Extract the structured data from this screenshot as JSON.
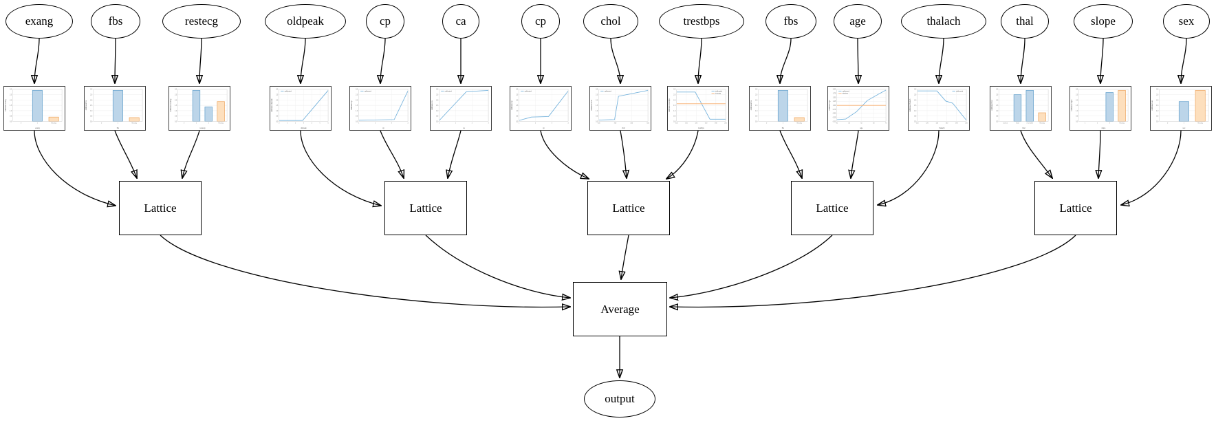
{
  "diagram": {
    "inputs": [
      "exang",
      "fbs",
      "restecg",
      "oldpeak",
      "cp",
      "ca",
      "cp",
      "chol",
      "trestbps",
      "fbs",
      "age",
      "thalach",
      "thal",
      "slope",
      "sex"
    ],
    "lattice_label": "Lattice",
    "average_label": "Average",
    "output_label": "output"
  },
  "colors": {
    "bar_blue_fill": "#bcd5e9",
    "bar_blue_edge": "#5b9cc9",
    "bar_orange_fill": "#fddfbd",
    "bar_orange_edge": "#eda35c",
    "line_blue": "#74b2dc",
    "line_orange": "#f7ad6d",
    "edge_black": "#000000"
  },
  "chart_data": [
    {
      "feature": "exang",
      "type": "bar",
      "x_label": "exang",
      "y_label": "calibrated exang",
      "ylim": [
        0,
        3
      ],
      "y_ticks": [
        "0.0",
        "0.5",
        "1.0",
        "1.5",
        "2.0",
        "2.5",
        "3.0"
      ],
      "x_ticks": [
        "0",
        "1",
        "Missing"
      ],
      "categories": [
        "0",
        "1",
        "Missing"
      ],
      "values": [
        0,
        2.9,
        0.4
      ],
      "bar_colors": [
        "blue",
        "blue",
        "orange"
      ],
      "legend": []
    },
    {
      "feature": "fbs",
      "type": "bar",
      "x_label": "fbs",
      "y_label": "calibrated fbs",
      "ylim": [
        0,
        3
      ],
      "y_ticks": [
        "0.0",
        "0.5",
        "1.0",
        "1.5",
        "2.0",
        "2.5",
        "3.0"
      ],
      "x_ticks": [
        "0",
        "1",
        "Missing"
      ],
      "categories": [
        "0",
        "1",
        "Missing"
      ],
      "values": [
        0,
        2.9,
        0.35
      ],
      "bar_colors": [
        "blue",
        "blue",
        "orange"
      ],
      "legend": []
    },
    {
      "feature": "restecg",
      "type": "bar",
      "x_label": "restecg",
      "y_label": "calibrated restecg",
      "ylim": [
        0,
        3
      ],
      "y_ticks": [
        "0.0",
        "0.5",
        "1.0",
        "1.5",
        "2.0",
        "2.5",
        "3.0"
      ],
      "x_ticks": [
        "0",
        "1",
        "2",
        "Missing"
      ],
      "categories": [
        "0",
        "1",
        "2",
        "Missing"
      ],
      "values": [
        0,
        2.9,
        1.35,
        1.85
      ],
      "bar_colors": [
        "blue",
        "blue",
        "blue",
        "orange"
      ],
      "legend": []
    },
    {
      "feature": "oldpeak",
      "type": "line",
      "x_label": "oldpeak",
      "y_label": "calibrated oldpeak",
      "ylim": [
        0,
        3
      ],
      "y_ticks": [
        "0.0",
        "0.5",
        "1.0",
        "1.5",
        "2.0",
        "2.5",
        "3.0"
      ],
      "x_ticks": [
        "0",
        "1",
        "2",
        "3",
        "4",
        "5",
        "6"
      ],
      "series": [
        {
          "name": "calibrated",
          "color": "blue",
          "points": [
            [
              0,
              0.08
            ],
            [
              0.48,
              0.08
            ],
            [
              1,
              2.9
            ]
          ]
        }
      ],
      "legend": [
        {
          "label": "calibrated",
          "color": "blue"
        }
      ],
      "legend_pos": "left"
    },
    {
      "feature": "cp",
      "type": "line",
      "x_label": "cp",
      "y_label": "calibrated cp",
      "ylim": [
        0,
        3
      ],
      "y_ticks": [
        "0.0",
        "0.5",
        "1.0",
        "1.5",
        "2.0",
        "2.5",
        "3.0"
      ],
      "x_ticks": [
        "1",
        "2",
        "3",
        "4"
      ],
      "series": [
        {
          "name": "calibrated",
          "color": "blue",
          "points": [
            [
              0,
              0.1
            ],
            [
              0.72,
              0.16
            ],
            [
              1,
              2.85
            ]
          ]
        }
      ],
      "legend": [
        {
          "label": "calibrated",
          "color": "blue"
        }
      ],
      "legend_pos": "left"
    },
    {
      "feature": "ca",
      "type": "line",
      "x_label": "ca",
      "y_label": "calibrated ca",
      "ylim": [
        0,
        3
      ],
      "y_ticks": [
        "0.0",
        "0.5",
        "1.0",
        "1.5",
        "2.0",
        "2.5",
        "3.0"
      ],
      "x_ticks": [
        "0",
        "1",
        "2",
        "3"
      ],
      "series": [
        {
          "name": "calibrated",
          "color": "blue",
          "points": [
            [
              0,
              0.08
            ],
            [
              0.55,
              2.78
            ],
            [
              1,
              2.9
            ]
          ]
        }
      ],
      "legend": [
        {
          "label": "calibrated",
          "color": "blue"
        }
      ],
      "legend_pos": "left"
    },
    {
      "feature": "cp",
      "type": "line",
      "x_label": "cp",
      "y_label": "calibrated cp",
      "ylim": [
        0,
        3
      ],
      "y_ticks": [
        "0.0",
        "0.5",
        "1.0",
        "1.5",
        "2.0",
        "2.5",
        "3.0"
      ],
      "x_ticks": [
        "1",
        "2",
        "3",
        "4"
      ],
      "series": [
        {
          "name": "calibrated",
          "color": "blue",
          "points": [
            [
              0,
              0.08
            ],
            [
              0.25,
              0.4
            ],
            [
              0.6,
              0.45
            ],
            [
              1,
              2.85
            ]
          ]
        }
      ],
      "legend": [
        {
          "label": "calibrated",
          "color": "blue"
        }
      ],
      "legend_pos": "left"
    },
    {
      "feature": "chol",
      "type": "line",
      "x_label": "chol",
      "y_label": "calibrated chol",
      "ylim": [
        0,
        3
      ],
      "y_ticks": [
        "0.0",
        "0.5",
        "1.0",
        "1.5",
        "2.0",
        "2.5",
        "3.0"
      ],
      "x_ticks": [
        "200",
        "300",
        "400",
        "500"
      ],
      "series": [
        {
          "name": "calibrated",
          "color": "blue",
          "points": [
            [
              0,
              0.12
            ],
            [
              0.32,
              0.16
            ],
            [
              0.4,
              2.35
            ],
            [
              1,
              2.9
            ]
          ]
        }
      ],
      "legend": [
        {
          "label": "calibrated",
          "color": "blue"
        }
      ],
      "legend_pos": "left"
    },
    {
      "feature": "trestbps",
      "type": "line",
      "x_label": "trestbps",
      "y_label": "calibrated trestbps",
      "ylim": [
        0,
        3
      ],
      "y_ticks": [
        "0.0",
        "0.5",
        "1.0",
        "1.5",
        "2.0",
        "2.5",
        "3.0"
      ],
      "x_ticks": [
        "100",
        "120",
        "140",
        "160",
        "180",
        "200"
      ],
      "series": [
        {
          "name": "calibrated",
          "color": "blue",
          "points": [
            [
              0,
              2.75
            ],
            [
              0.38,
              2.75
            ],
            [
              0.68,
              0.2
            ],
            [
              1,
              0.2
            ]
          ]
        },
        {
          "name": "missing",
          "color": "orange",
          "points": [
            [
              0,
              1.65
            ],
            [
              1,
              1.65
            ]
          ]
        }
      ],
      "legend": [
        {
          "label": "calibrated",
          "color": "blue"
        },
        {
          "label": "missing",
          "color": "orange"
        }
      ],
      "legend_pos": "right"
    },
    {
      "feature": "fbs",
      "type": "bar",
      "x_label": "fbs",
      "y_label": "calibrated fbs",
      "ylim": [
        0,
        3
      ],
      "y_ticks": [
        "0.0",
        "0.5",
        "1.0",
        "1.5",
        "2.0",
        "2.5",
        "3.0"
      ],
      "x_ticks": [
        "0",
        "1",
        "Missing"
      ],
      "categories": [
        "0",
        "1",
        "Missing"
      ],
      "values": [
        0,
        2.9,
        0.35
      ],
      "bar_colors": [
        "blue",
        "blue",
        "orange"
      ],
      "legend": []
    },
    {
      "feature": "age",
      "type": "line",
      "x_label": "age",
      "y_label": "calibrated age",
      "ylim": [
        0,
        2
      ],
      "y_ticks": [
        "0.00",
        "0.25",
        "0.50",
        "0.75",
        "1.00",
        "1.25",
        "1.50",
        "1.75",
        "2.00"
      ],
      "x_ticks": [
        "30",
        "40",
        "50",
        "60",
        "70"
      ],
      "series": [
        {
          "name": "calibrated",
          "color": "blue",
          "points": [
            [
              0,
              0.1
            ],
            [
              0.18,
              0.14
            ],
            [
              0.4,
              0.6
            ],
            [
              0.62,
              1.3
            ],
            [
              0.85,
              1.7
            ],
            [
              1,
              1.95
            ]
          ]
        },
        {
          "name": "missing",
          "color": "orange",
          "points": [
            [
              0,
              1.0
            ],
            [
              1,
              1.0
            ]
          ]
        }
      ],
      "legend": [
        {
          "label": "calibrated",
          "color": "blue"
        },
        {
          "label": "missing",
          "color": "orange"
        }
      ],
      "legend_pos": "left"
    },
    {
      "feature": "thalach",
      "type": "line",
      "x_label": "thalach",
      "y_label": "calibrated thalach",
      "ylim": [
        0,
        3
      ],
      "y_ticks": [
        "0.0",
        "0.5",
        "1.0",
        "1.5",
        "2.0",
        "2.5",
        "3.0"
      ],
      "x_ticks": [
        "100",
        "120",
        "140",
        "160",
        "180",
        "200"
      ],
      "series": [
        {
          "name": "calibrated",
          "color": "blue",
          "points": [
            [
              0,
              2.85
            ],
            [
              0.4,
              2.85
            ],
            [
              0.58,
              1.9
            ],
            [
              0.72,
              1.7
            ],
            [
              1,
              0.1
            ]
          ]
        }
      ],
      "legend": [
        {
          "label": "calibrated",
          "color": "blue"
        }
      ],
      "legend_pos": "right"
    },
    {
      "feature": "thal",
      "type": "bar",
      "x_label": "thal",
      "y_label": "calibrated thal",
      "ylim": [
        0,
        3
      ],
      "y_ticks": [
        "0.0",
        "0.5",
        "1.0",
        "1.5",
        "2.0",
        "2.5",
        "3.0"
      ],
      "x_ticks": [
        "normal",
        "fixed",
        "reversible",
        "Missing"
      ],
      "categories": [
        "normal",
        "fixed",
        "reversible",
        "Missing"
      ],
      "values": [
        0,
        2.5,
        2.9,
        0.8
      ],
      "bar_colors": [
        "blue",
        "blue",
        "blue",
        "orange"
      ],
      "legend": []
    },
    {
      "feature": "slope",
      "type": "bar",
      "x_label": "slope",
      "y_label": "calibrated slope",
      "ylim": [
        0,
        3
      ],
      "y_ticks": [
        "0.0",
        "0.5",
        "1.0",
        "1.5",
        "2.0",
        "2.5",
        "3.0"
      ],
      "x_ticks": [
        "1",
        "2",
        "3",
        "Missing"
      ],
      "categories": [
        "1",
        "2",
        "3",
        "Missing"
      ],
      "values": [
        0,
        0,
        2.7,
        2.9
      ],
      "bar_colors": [
        "blue",
        "blue",
        "blue",
        "orange"
      ],
      "legend": []
    },
    {
      "feature": "sex",
      "type": "bar",
      "x_label": "sex",
      "y_label": "calibrated sex",
      "ylim": [
        0,
        3
      ],
      "y_ticks": [
        "0.0",
        "0.5",
        "1.0",
        "1.5",
        "2.0",
        "2.5",
        "3.0"
      ],
      "x_ticks": [
        "0",
        "1",
        "Missing"
      ],
      "categories": [
        "0",
        "1",
        "Missing"
      ],
      "values": [
        0,
        1.85,
        2.9
      ],
      "bar_colors": [
        "blue",
        "blue",
        "orange"
      ],
      "legend": []
    }
  ]
}
